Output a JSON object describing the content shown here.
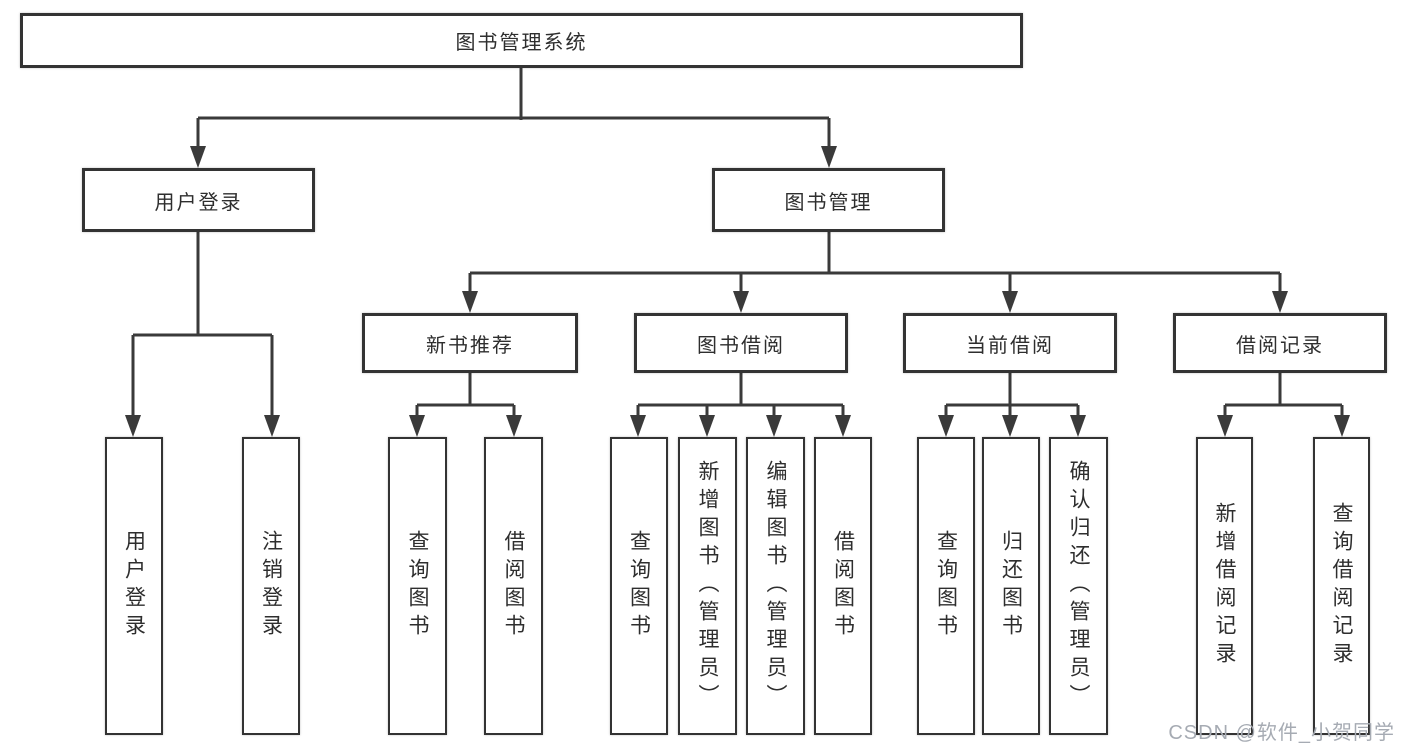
{
  "tree": {
    "root": {
      "label": "图书管理系统"
    },
    "children": [
      {
        "label": "用户登录",
        "children": [
          {
            "label": "用户登录"
          },
          {
            "label": "注销登录"
          }
        ]
      },
      {
        "label": "图书管理",
        "children": [
          {
            "label": "新书推荐",
            "children": [
              {
                "label": "查询图书"
              },
              {
                "label": "借阅图书"
              }
            ]
          },
          {
            "label": "图书借阅",
            "children": [
              {
                "label": "查询图书"
              },
              {
                "label": "新增图书（管理员）"
              },
              {
                "label": "编辑图书（管理员）"
              },
              {
                "label": "借阅图书"
              }
            ]
          },
          {
            "label": "当前借阅",
            "children": [
              {
                "label": "查询图书"
              },
              {
                "label": "归还图书"
              },
              {
                "label": "确认归还（管理员）"
              }
            ]
          },
          {
            "label": "借阅记录",
            "children": [
              {
                "label": "新增借阅记录"
              },
              {
                "label": "查询借阅记录"
              }
            ]
          }
        ]
      }
    ]
  },
  "watermark": {
    "text": "CSDN @软件_小贺同学"
  },
  "colors": {
    "line": "#3a3a3a",
    "text": "#2e2e2e",
    "box_border": "#333333",
    "background": "#ffffff",
    "watermark": "#a6abb3"
  }
}
